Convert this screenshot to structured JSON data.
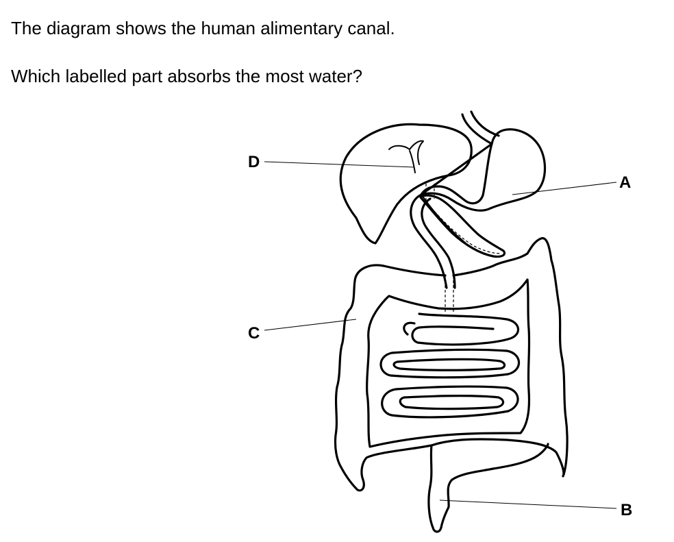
{
  "question": {
    "line1": "The diagram shows the human alimentary canal.",
    "line2": "Which labelled part absorbs the most water?"
  },
  "diagram": {
    "labels": {
      "A": "A",
      "B": "B",
      "C": "C",
      "D": "D"
    }
  }
}
